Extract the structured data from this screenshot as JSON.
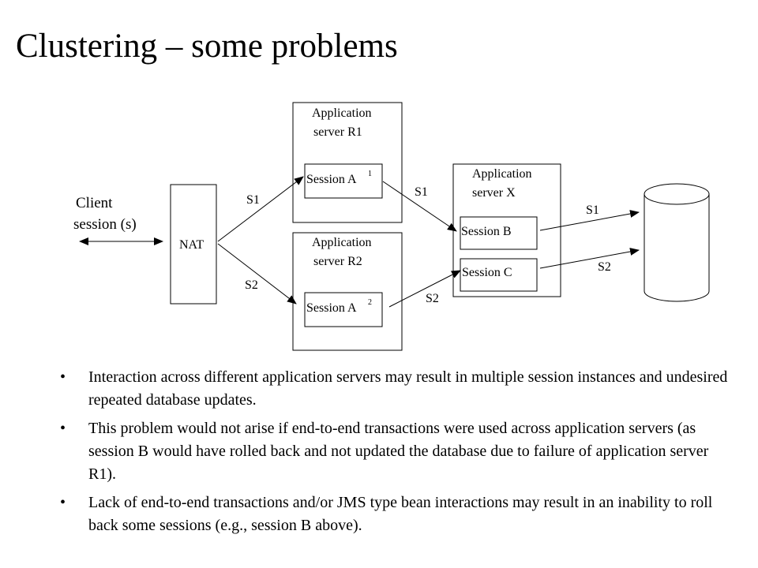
{
  "title": "Clustering – some problems",
  "diagram": {
    "client_label_1": "Client",
    "client_label_2": "session (s)",
    "nat": "NAT",
    "server_r1_line1": "Application",
    "server_r1_line2": "server R1",
    "server_r2_line1": "Application",
    "server_r2_line2": "server R2",
    "server_x_line1": "Application",
    "server_x_line2": "server X",
    "session_a1": "Session A",
    "session_a1_sup": "1",
    "session_a2": "Session A",
    "session_a2_sup": "2",
    "session_b": "Session B",
    "session_c": "Session C",
    "s1": "S1",
    "s2": "S2"
  },
  "bullets": [
    "Interaction across different application servers may result in multiple session instances and undesired repeated database updates.",
    "This problem would not arise if end-to-end transactions were used across application servers (as session B would have rolled back and not updated the database due to failure of application server R1).",
    "Lack of end-to-end transactions and/or JMS type bean interactions may result in an inability to roll back some sessions (e.g., session B above)."
  ]
}
